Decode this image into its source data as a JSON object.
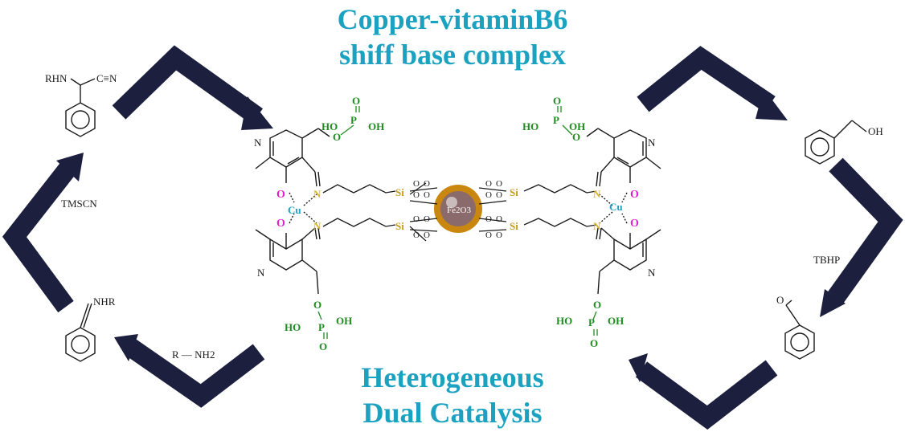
{
  "title_top": {
    "line1": "Copper-vitaminB6",
    "line2": "shiff base complex"
  },
  "title_bottom": {
    "line1": "Heterogeneous",
    "line2": "Dual Catalysis"
  },
  "colors": {
    "title": "#1ba2c0",
    "arrow": "#1c1f3d",
    "structure": "#1a1a1a",
    "phosphate": "#1e8c1e",
    "nitrogen": "#d8b62a",
    "oxygen": "#e020d0",
    "copper": "#1f9fbf",
    "silicon": "#c89a1a",
    "core_ring": "#c9870f",
    "core_sphere": "#8a6a6a"
  },
  "reagents": {
    "tmscn": "TMSCN",
    "amine": "R — NH2",
    "tbhp": "TBHP"
  },
  "molecules": {
    "aminonitrile": {
      "rhn": "RHN",
      "cn": "C≡N"
    },
    "imine": {
      "label": "NHR"
    },
    "benzyl_alcohol": {
      "label": "OH"
    },
    "benzaldehyde": {
      "label": "O"
    }
  },
  "complex": {
    "core": "Fe2O3",
    "metal": "Cu",
    "silicon": "Si",
    "nitrogen": "N",
    "oxygen": "O",
    "phosphate": {
      "ho": "HO",
      "p": "P",
      "oh": "OH",
      "o": "O"
    }
  }
}
